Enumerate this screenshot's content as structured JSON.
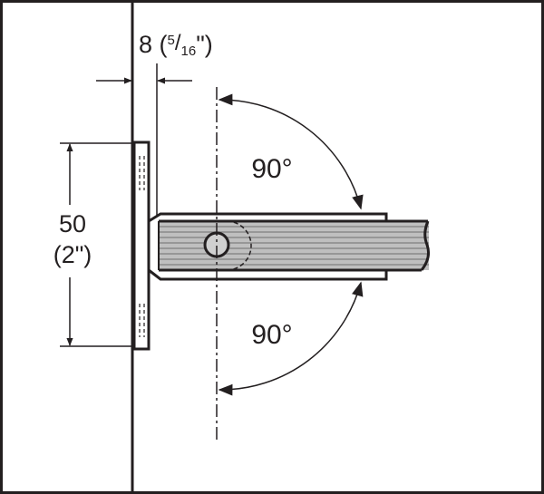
{
  "colors": {
    "ink": "#231f20",
    "background": "#ffffff",
    "glass_fill": "#bfbfbf",
    "glass_stripe": "#8a8a8a"
  },
  "labels": {
    "offset_main": "8 (",
    "offset_frac_num": "5",
    "offset_frac_slash": "/",
    "offset_frac_den": "16",
    "offset_close": "\")",
    "height_mm": "50",
    "height_in": "(2\")",
    "angle_upper": "90°",
    "angle_lower": "90°"
  }
}
